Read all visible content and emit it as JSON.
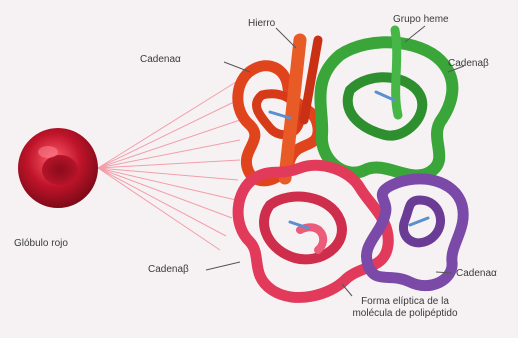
{
  "labels": {
    "hierro": "Hierro",
    "grupo_heme": "Grupo heme",
    "cadena_alpha_top": "Cadenaα",
    "cadena_beta_top": "Cadenaβ",
    "globulo_rojo": "Glóbulo rojo",
    "cadena_beta_bottom": "Cadenaβ",
    "cadena_alpha_bottom": "Cadenaα",
    "forma_eliptica_line1": "Forma elíptica de la",
    "forma_eliptica_line2": "molécula de polipéptido"
  },
  "colors": {
    "red_cell": "#c0142a",
    "alpha_chain_top": "#e0441c",
    "beta_chain_top": "#3aa63a",
    "beta_chain_bottom": "#e23a5a",
    "alpha_chain_bottom": "#7b4aa8",
    "heme": "#5a8fd0",
    "ray": "#f28a98"
  }
}
